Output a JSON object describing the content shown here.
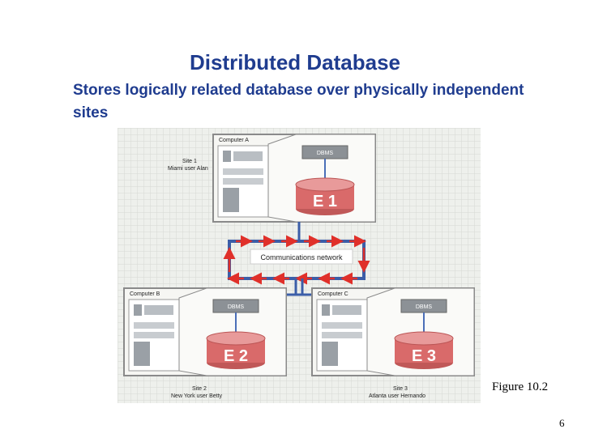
{
  "slide": {
    "title": "Distributed Database",
    "subtitle": "Stores logically related database over physically independent sites",
    "figure_caption": "Figure 10.2",
    "page_number": "6"
  },
  "diagram": {
    "network_label": "Communications network",
    "computers": [
      {
        "label": "Computer A",
        "dbms": "DBMS",
        "db": "E 1",
        "site": "Site 1",
        "site_user": "Miami user Alan"
      },
      {
        "label": "Computer B",
        "dbms": "DBMS",
        "db": "E 2",
        "site": "Site 2",
        "site_user": "New York user Betty"
      },
      {
        "label": "Computer C",
        "dbms": "DBMS",
        "db": "E 3",
        "site": "Site 3",
        "site_user": "Atlanta user Hernando"
      }
    ]
  },
  "colors": {
    "title": "#1f3c8f",
    "network_arrows": "#e0302a",
    "network_ring": "#3b5ea8",
    "db_cylinder": "#d96a6a"
  }
}
